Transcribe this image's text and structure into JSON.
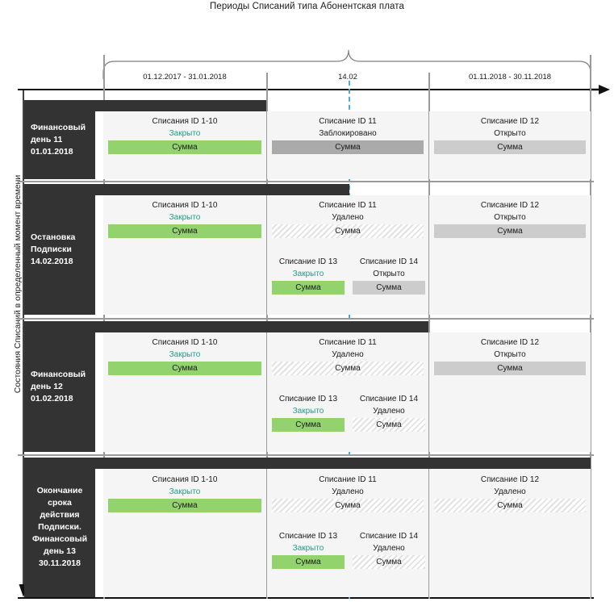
{
  "title": "Периоды Списаний типа Абонентская плата",
  "vertical_axis_label": "Состояния Списаний в определенный момент времени",
  "periods": [
    {
      "label": "01.12.2017 - 31.01.2018"
    },
    {
      "label": "14.02"
    },
    {
      "label": "01.11.2018 - 30.11.2018"
    }
  ],
  "colors": {
    "green": "#92d36e",
    "gray_dark": "#aaaaaa",
    "gray_light": "#cccccc",
    "dark_panel": "#333333",
    "closed_text": "#19a187",
    "blue_dashed": "#4ea8dd",
    "panel_bg": "#f5f5f5"
  },
  "labels": {
    "sum": "Сумма",
    "closed": "Закрыто",
    "open": "Открыто",
    "blocked": "Заблокировано",
    "deleted": "Удалено"
  },
  "rows": [
    {
      "state": "Финансовый\nдень 11\n01.01.2018",
      "state_align": "left",
      "cards": {
        "col1": [
          {
            "id": "Списания ID 1-10",
            "status": "Закрыто",
            "status_kind": "closed",
            "sum": "Сумма",
            "sum_style": "green"
          }
        ],
        "col2": [
          {
            "id": "Списание ID 11",
            "status": "Заблокировано",
            "status_kind": "other",
            "sum": "Сумма",
            "sum_style": "graydark"
          }
        ],
        "col3": [
          {
            "id": "Списание ID 12",
            "status": "Открыто",
            "status_kind": "other",
            "sum": "Сумма",
            "sum_style": "graylight"
          }
        ]
      }
    },
    {
      "state": "Остановка\nПодписки\n14.02.2018",
      "state_align": "left",
      "cards": {
        "col1": [
          {
            "id": "Списания ID 1-10",
            "status": "Закрыто",
            "status_kind": "closed",
            "sum": "Сумма",
            "sum_style": "green"
          }
        ],
        "col2": [
          {
            "id": "Списание ID 11",
            "status": "Удалено",
            "status_kind": "other",
            "sum": "Сумма",
            "sum_style": "hatch"
          },
          {
            "id": "Списание ID 13",
            "status": "Закрыто",
            "status_kind": "closed",
            "sum": "Сумма",
            "sum_style": "green"
          },
          {
            "id": "Списание ID 14",
            "status": "Открыто",
            "status_kind": "other",
            "sum": "Сумма",
            "sum_style": "graylight"
          }
        ],
        "col3": [
          {
            "id": "Списание ID 12",
            "status": "Открыто",
            "status_kind": "other",
            "sum": "Сумма",
            "sum_style": "graylight"
          }
        ]
      }
    },
    {
      "state": "Финансовый\nдень 12\n01.02.2018",
      "state_align": "left",
      "cards": {
        "col1": [
          {
            "id": "Списания ID 1-10",
            "status": "Закрыто",
            "status_kind": "closed",
            "sum": "Сумма",
            "sum_style": "green"
          }
        ],
        "col2": [
          {
            "id": "Списание ID 11",
            "status": "Удалено",
            "status_kind": "other",
            "sum": "Сумма",
            "sum_style": "hatch"
          },
          {
            "id": "Списание ID 13",
            "status": "Закрыто",
            "status_kind": "closed",
            "sum": "Сумма",
            "sum_style": "green"
          },
          {
            "id": "Списание ID 14",
            "status": "Удалено",
            "status_kind": "other",
            "sum": "Сумма",
            "sum_style": "hatch"
          }
        ],
        "col3": [
          {
            "id": "Списание ID 12",
            "status": "Открыто",
            "status_kind": "other",
            "sum": "Сумма",
            "sum_style": "graylight"
          }
        ]
      }
    },
    {
      "state": "Окончание\nсрока\nдействия\nПодписки.\nФинансовый\nдень 13\n30.11.2018",
      "state_align": "center",
      "cards": {
        "col1": [
          {
            "id": "Списания ID 1-10",
            "status": "Закрыто",
            "status_kind": "closed",
            "sum": "Сумма",
            "sum_style": "green"
          }
        ],
        "col2": [
          {
            "id": "Списание ID 11",
            "status": "Удалено",
            "status_kind": "other",
            "sum": "Сумма",
            "sum_style": "hatch"
          },
          {
            "id": "Списание ID 13",
            "status": "Закрыто",
            "status_kind": "closed",
            "sum": "Сумма",
            "sum_style": "green"
          },
          {
            "id": "Списание ID 14",
            "status": "Удалено",
            "status_kind": "other",
            "sum": "Сумма",
            "sum_style": "hatch"
          }
        ],
        "col3": [
          {
            "id": "Списание ID 12",
            "status": "Удалено",
            "status_kind": "other",
            "sum": "Сумма",
            "sum_style": "hatch"
          }
        ]
      }
    }
  ],
  "chart_data": {
    "type": "table",
    "title": "Периоды Списаний типа Абонентская плата",
    "xlabel": "",
    "ylabel": "Состояния Списаний в определенный момент времени",
    "columns": [
      "01.12.2017 - 31.01.2018",
      "14.02",
      "01.11.2018 - 30.11.2018"
    ],
    "rows": [
      "Финансовый день 11 01.01.2018",
      "Остановка Подписки 14.02.2018",
      "Финансовый день 12 01.02.2018",
      "Окончание срока действия Подписки. Финансовый день 13 30.11.2018"
    ],
    "cells": [
      [
        [
          {
            "id": "Списания ID 1-10",
            "status": "Закрыто"
          }
        ],
        [
          {
            "id": "Списание ID 11",
            "status": "Заблокировано"
          }
        ],
        [
          {
            "id": "Списание ID 12",
            "status": "Открыто"
          }
        ]
      ],
      [
        [
          {
            "id": "Списания ID 1-10",
            "status": "Закрыто"
          }
        ],
        [
          {
            "id": "Списание ID 11",
            "status": "Удалено"
          },
          {
            "id": "Списание ID 13",
            "status": "Закрыто"
          },
          {
            "id": "Списание ID 14",
            "status": "Открыто"
          }
        ],
        [
          {
            "id": "Списание ID 12",
            "status": "Открыто"
          }
        ]
      ],
      [
        [
          {
            "id": "Списания ID 1-10",
            "status": "Закрыто"
          }
        ],
        [
          {
            "id": "Списание ID 11",
            "status": "Удалено"
          },
          {
            "id": "Списание ID 13",
            "status": "Закрыто"
          },
          {
            "id": "Списание ID 14",
            "status": "Удалено"
          }
        ],
        [
          {
            "id": "Списание ID 12",
            "status": "Открыто"
          }
        ]
      ],
      [
        [
          {
            "id": "Списания ID 1-10",
            "status": "Закрыто"
          }
        ],
        [
          {
            "id": "Списание ID 11",
            "status": "Удалено"
          },
          {
            "id": "Списание ID 13",
            "status": "Закрыто"
          },
          {
            "id": "Списание ID 14",
            "status": "Удалено"
          }
        ],
        [
          {
            "id": "Списание ID 12",
            "status": "Удалено"
          }
        ]
      ]
    ],
    "marker_line": {
      "label": "14.02",
      "color": "#4ea8dd",
      "style": "dashed"
    },
    "legend": []
  }
}
